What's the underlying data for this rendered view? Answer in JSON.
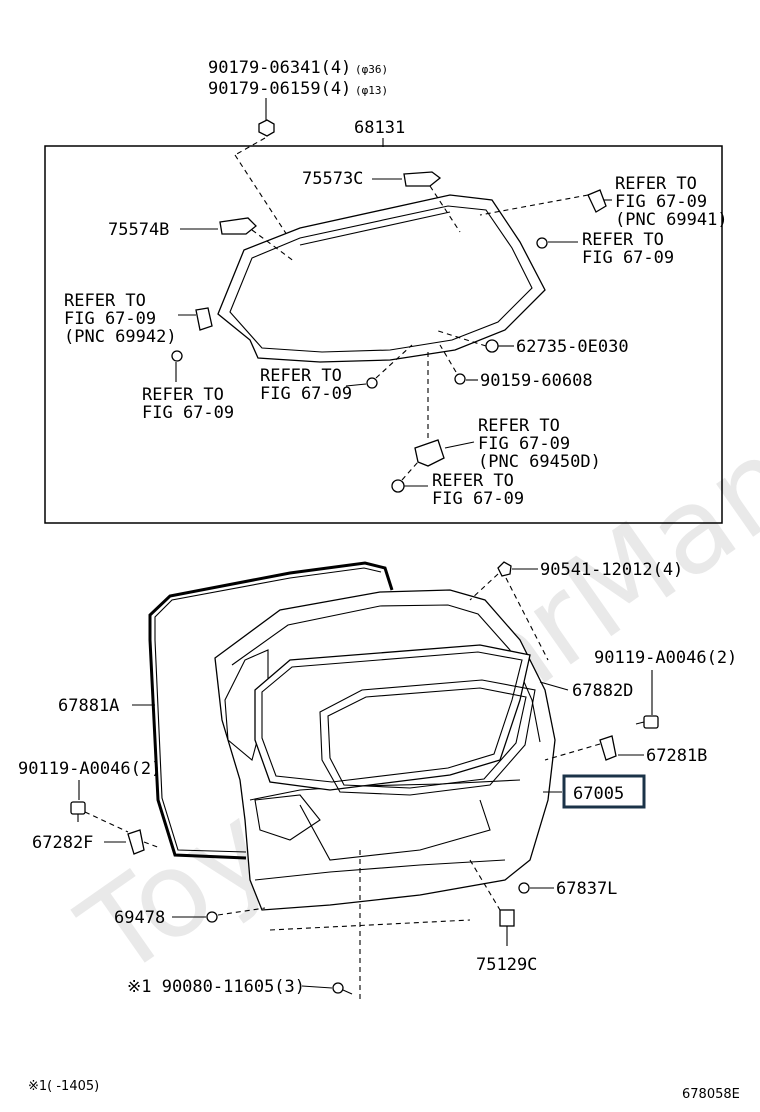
{
  "watermark": "ToyotaCarMania.ru",
  "upper": {
    "bolt_line1": "90179-06341(4)",
    "bolt_line1_dia": "(φ36)",
    "bolt_line2": "90179-06159(4)",
    "bolt_line2_dia": "(φ13)",
    "glass": "68131",
    "p75573C": "75573C",
    "p75574B": "75574B",
    "ref1": [
      "REFER TO",
      "FIG 67-09",
      "(PNC 69941)"
    ],
    "ref2": [
      "REFER TO",
      "FIG 67-09"
    ],
    "ref3": [
      "REFER TO",
      "FIG 67-09",
      "(PNC 69942)"
    ],
    "ref4": [
      "REFER TO",
      "FIG 67-09"
    ],
    "ref5": [
      "REFER TO",
      "FIG 67-09"
    ],
    "p62735": "62735-0E030",
    "p90159": "90159-60608",
    "ref6": [
      "REFER TO",
      "FIG 67-09",
      "(PNC 69450D)"
    ],
    "ref7": [
      "REFER TO",
      "FIG 67-09"
    ]
  },
  "lower": {
    "p90541": "90541-12012(4)",
    "p90119_right": "90119-A0046(2)",
    "p67882D": "67882D",
    "p67881A": "67881A",
    "p67281B": "67281B",
    "p90119_left": "90119-A0046(2)",
    "p67005": "67005",
    "p67282F": "67282F",
    "p67837L": "67837L",
    "p69478": "69478",
    "p75129C": "75129C",
    "p90080": "※1 90080-11605(3)"
  },
  "footnote": "※1(   -1405)",
  "figure_code": "678058E"
}
